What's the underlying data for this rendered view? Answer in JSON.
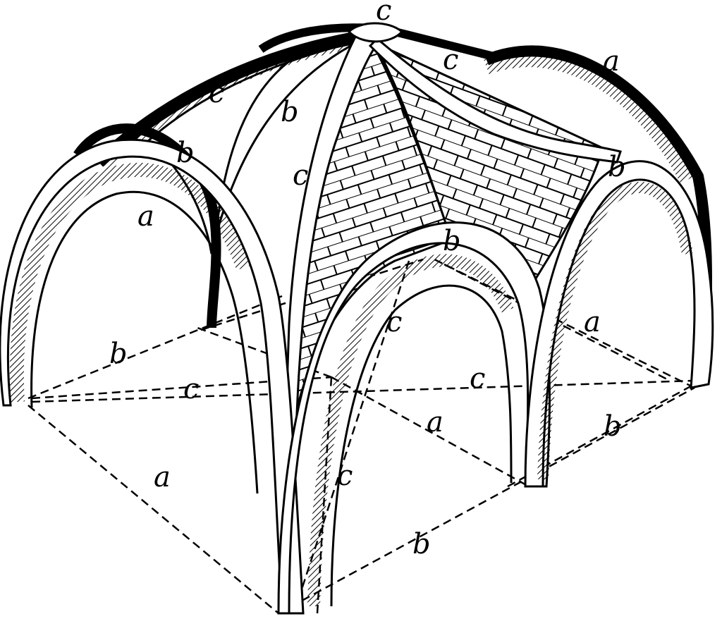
{
  "diagram": {
    "colors": {
      "ink": "#000000",
      "paper": "#ffffff",
      "stone_shade": "#d8d8d8"
    },
    "labels": {
      "top_c": "c",
      "upper_left_c": "c",
      "upper_right_c": "c",
      "upper_b1": "b",
      "upper_b2": "b",
      "upper_b3": "b",
      "upper_right_a": "a",
      "upper_right_b": "b",
      "left_a": "a",
      "center_c": "c",
      "floor_left_b": "b",
      "floor_left_c": "c",
      "floor_mid_c": "c",
      "floor_right_a": "a",
      "floor_right_c": "c",
      "floor_center_a": "a",
      "floor_right_b": "b",
      "floor_front_left_a": "a",
      "floor_front_c": "c",
      "floor_front_b": "b"
    }
  }
}
